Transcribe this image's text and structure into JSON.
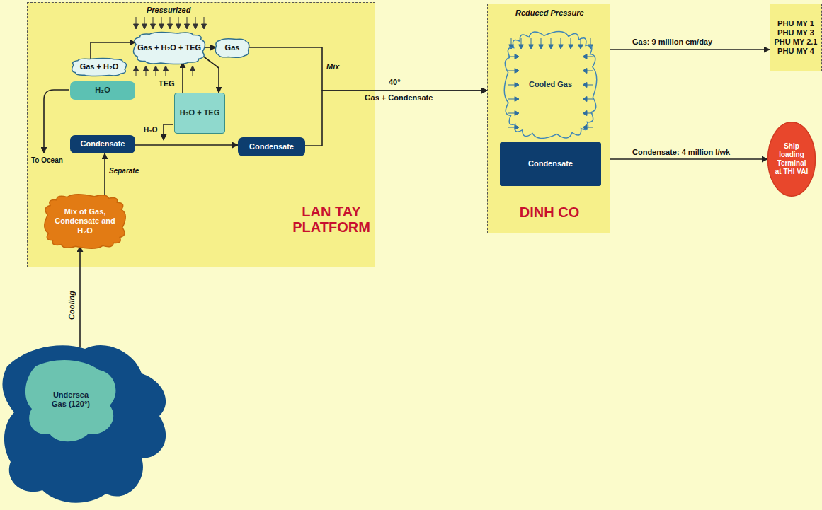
{
  "diagram": {
    "nodes": [
      {
        "text": [
          "LAN TAY PLATFORM"
        ]
      },
      {
        "text": [
          "Gas + H₂O + TEG"
        ],
        "in": 0
      },
      {
        "text": [
          "Gas + H₂O"
        ],
        "in": 0
      },
      {
        "text": [
          "Gas"
        ],
        "in": 0
      },
      {
        "text": [
          "H₂O + TEG"
        ],
        "in": 0
      },
      {
        "text": [
          "H₂O"
        ],
        "in": 0
      },
      {
        "text": [
          "Condensate"
        ],
        "in": 0
      },
      {
        "text": [
          "Condensate"
        ],
        "in": 0
      },
      {
        "text": [
          "Mix of Gas, Condensate and H₂O"
        ],
        "in": 0
      },
      {
        "text": [
          "DINH CO"
        ]
      },
      {
        "text": [
          "Cooled Gas"
        ],
        "in": 9
      },
      {
        "text": [
          "Condensate"
        ],
        "in": 9
      },
      {
        "text": [
          "PHU MY 1",
          "PHU MY 3",
          "PHU MY 2.1",
          "PHU MY 4"
        ]
      },
      {
        "text": [
          "Ship loading Terminal at THI VAI"
        ]
      },
      {
        "text": [
          "Undersea Gas (120°)"
        ]
      }
    ],
    "edges": [
      {
        "from": 14,
        "to": 8,
        "arrow": "to",
        "label": "Cooling"
      },
      {
        "from": 8,
        "to": 6,
        "arrow": "to",
        "label": "Separate"
      },
      {
        "from": 2,
        "to": 1,
        "arrow": "to"
      },
      {
        "from": 1,
        "to": 3,
        "arrow": "to"
      },
      {
        "from": 1,
        "to": 4,
        "arrow": "to"
      },
      {
        "from": 4,
        "to": 1,
        "arrow": "to",
        "label": "TEG"
      },
      {
        "from": 6,
        "to": 7,
        "arrow": "to"
      },
      {
        "from": 3,
        "to": 9,
        "arrow": "to"
      },
      {
        "from": 7,
        "to": 9,
        "arrow": "to"
      },
      {
        "from": 9,
        "to": 12,
        "arrow": "to",
        "label": "Gas: 9 million cm/day"
      },
      {
        "from": 9,
        "to": 13,
        "arrow": "to",
        "label": "Condensate: 4 million l/wk"
      }
    ],
    "labels": [
      "Pressurized",
      "H₂O",
      "To Ocean",
      "Mix",
      "40°",
      "Gas + Condensate",
      "Reduced Pressure"
    ]
  }
}
